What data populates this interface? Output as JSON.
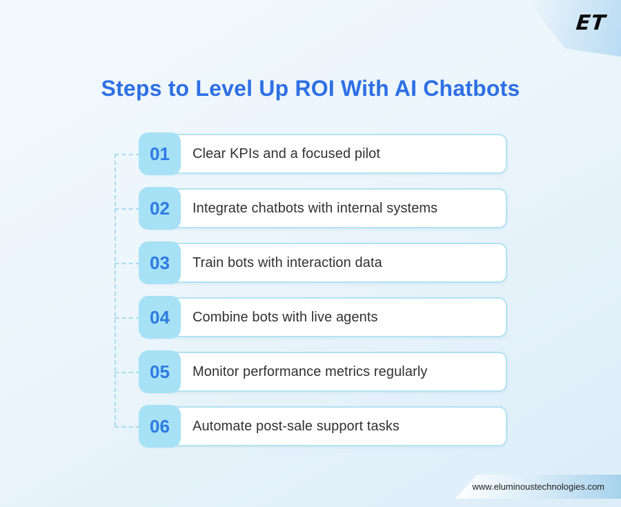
{
  "brand": {
    "logo_text": "ET"
  },
  "header": {
    "title": "Steps to Level Up ROI With AI Chatbots"
  },
  "steps": [
    {
      "number": "01",
      "label": "Clear KPIs and a focused pilot"
    },
    {
      "number": "02",
      "label": "Integrate chatbots with internal systems"
    },
    {
      "number": "03",
      "label": "Train bots with interaction data"
    },
    {
      "number": "04",
      "label": "Combine bots with live agents"
    },
    {
      "number": "05",
      "label": "Monitor performance metrics regularly"
    },
    {
      "number": "06",
      "label": "Automate post-sale support tasks"
    }
  ],
  "footer": {
    "website": "www.eluminoustechnologies.com"
  },
  "colors": {
    "title_blue": "#2e6fe4",
    "badge_background": "#a6e1f6",
    "badge_number": "#2e7ae2",
    "card_border": "#b2e2f3",
    "dashed_connector": "#a4dcee",
    "step_text": "#313131",
    "background_tint": "#e7f3fa"
  }
}
